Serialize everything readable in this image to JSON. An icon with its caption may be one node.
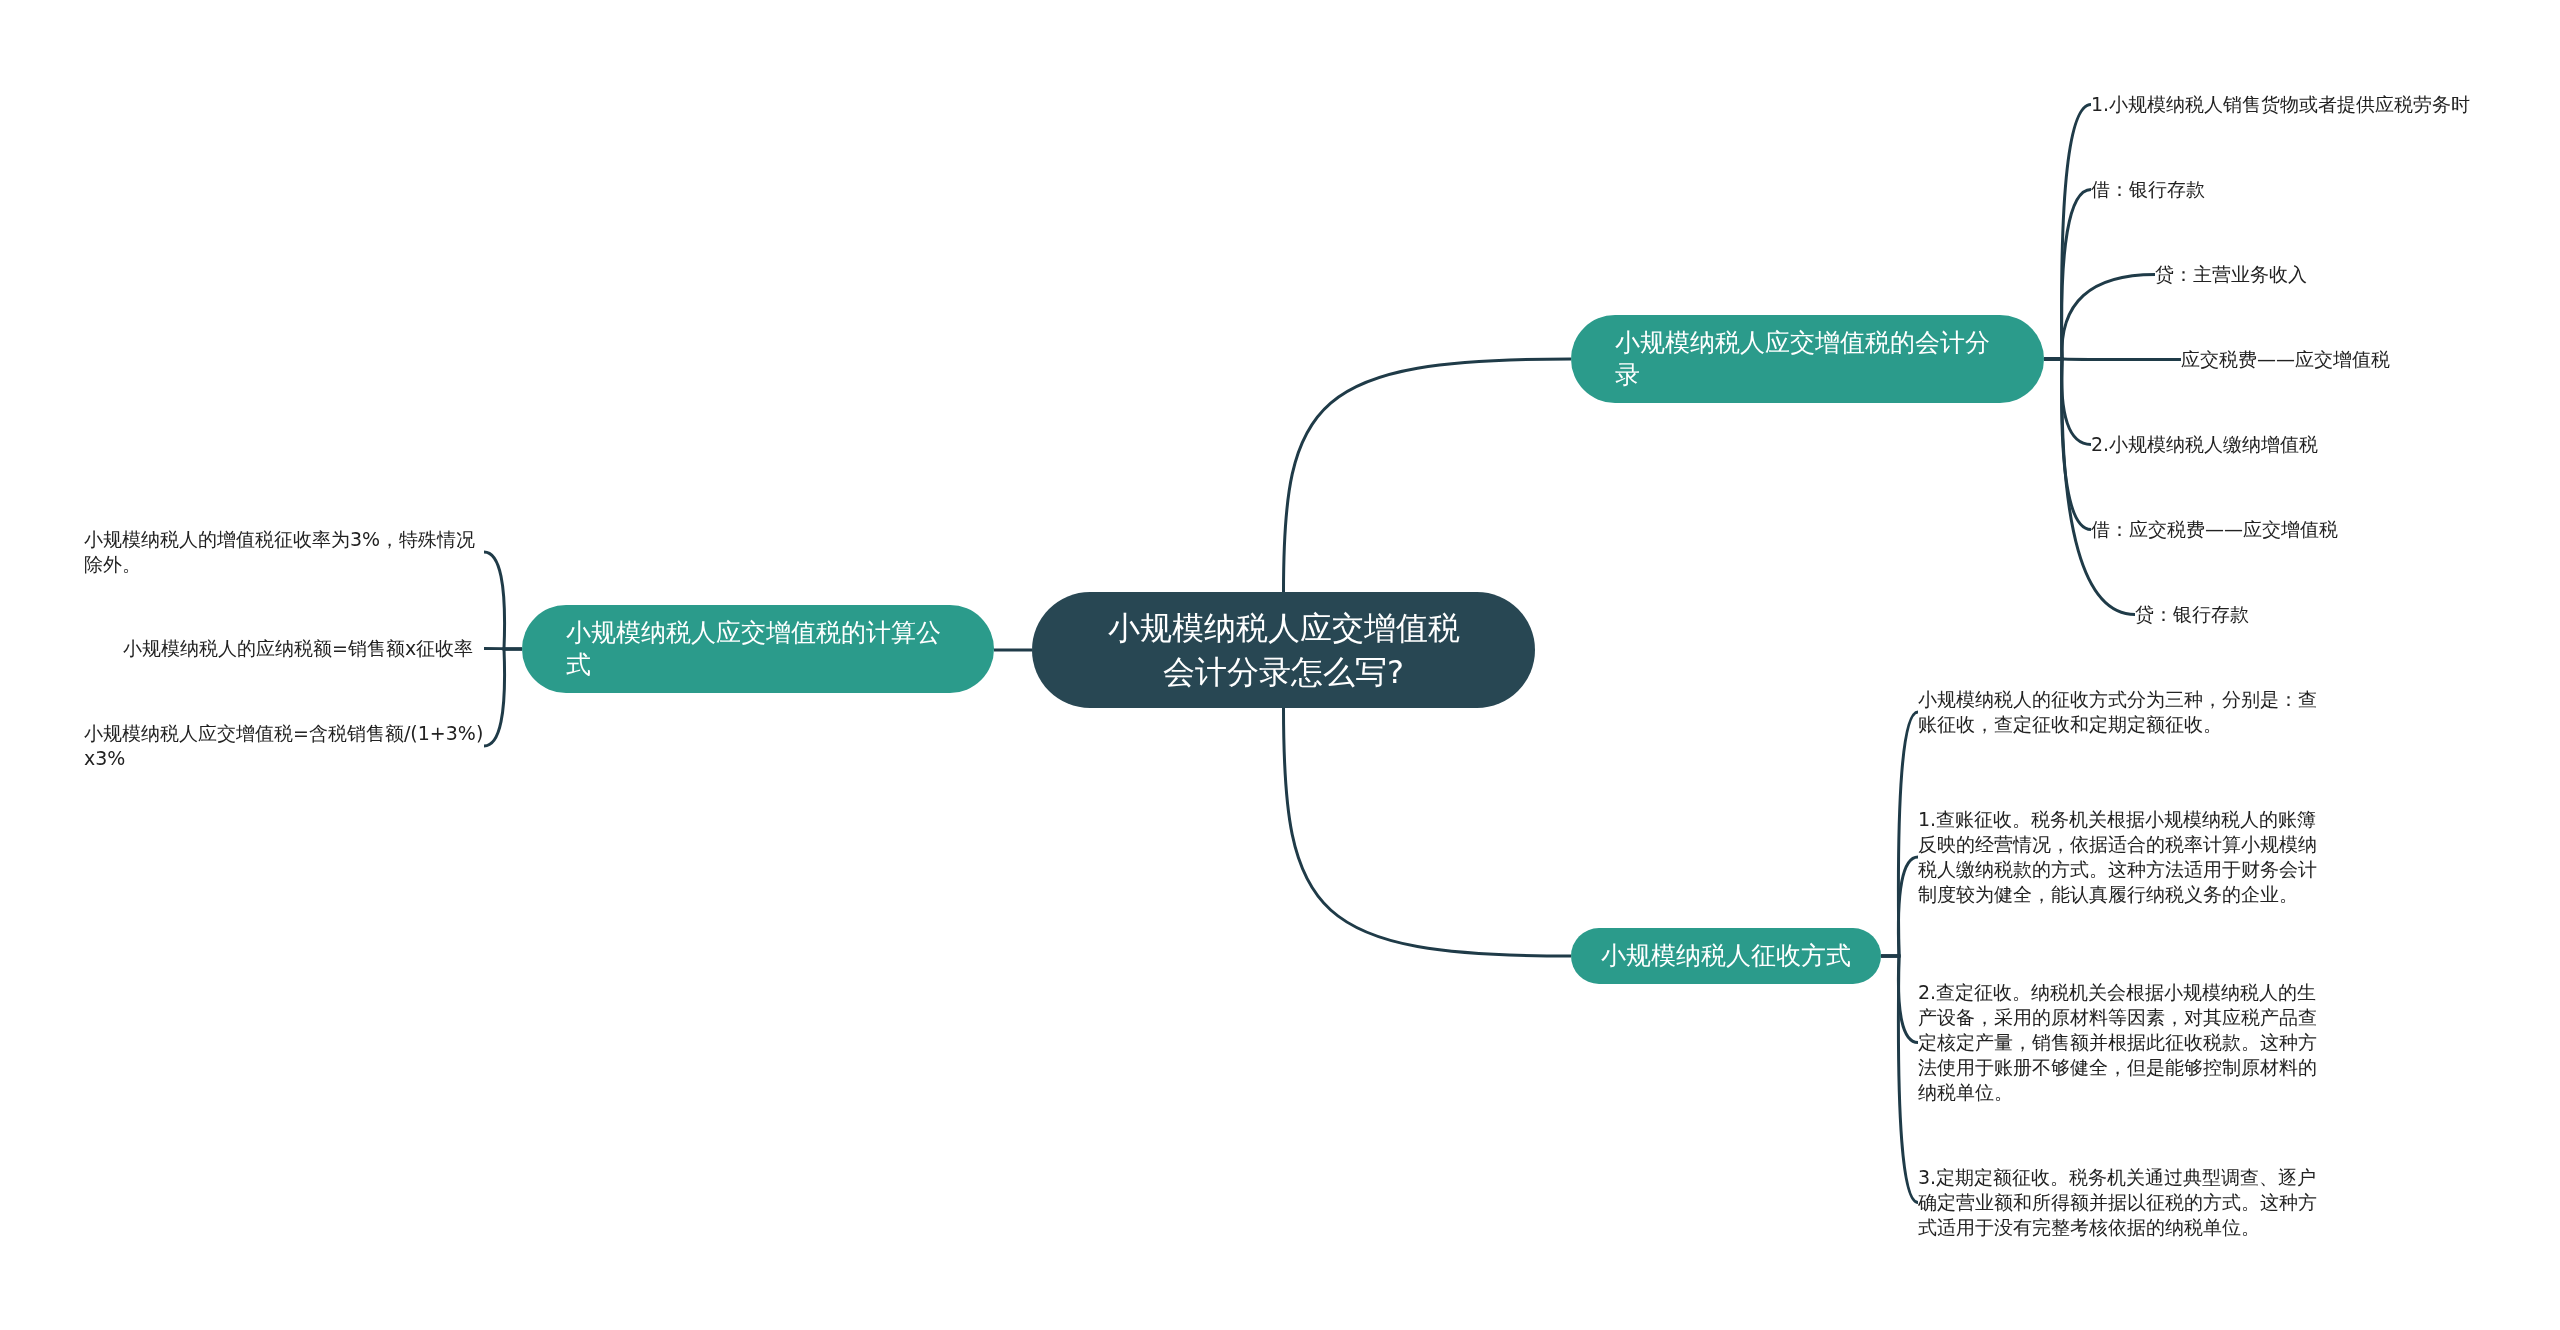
{
  "diagram": {
    "nodes": [
      {
        "text": [
          "小规模纳税人应交增值税会计分录怎么写?"
        ]
      },
      {
        "text": [
          "小规模纳税人应交增值税的会计分录"
        ]
      },
      {
        "text": [
          "1.小规模纳税人销售货物或者提供应税劳务时"
        ]
      },
      {
        "text": [
          "借：银行存款"
        ]
      },
      {
        "text": [
          "贷：主营业务收入"
        ]
      },
      {
        "text": [
          "应交税费——应交增值税"
        ]
      },
      {
        "text": [
          "2.小规模纳税人缴纳增值税"
        ]
      },
      {
        "text": [
          "借：应交税费——应交增值税"
        ]
      },
      {
        "text": [
          "贷：银行存款"
        ]
      },
      {
        "text": [
          "小规模纳税人征收方式"
        ]
      },
      {
        "text": [
          "小规模纳税人的征收方式分为三种，分别是：查账征收，查定征收和定期定额征收。"
        ]
      },
      {
        "text": [
          "1.查账征收。税务机关根据小规模纳税人的账簿反映的经营情况，依据适合的税率计算小规模纳税人缴纳税款的方式。这种方法适用于财务会计制度较为健全，能认真履行纳税义务的企业。"
        ]
      },
      {
        "text": [
          "2.查定征收。纳税机关会根据小规模纳税人的生产设备，采用的原材料等因素，对其应税产品查定核定产量，销售额并根据此征收税款。这种方法使用于账册不够健全，但是能够控制原材料的纳税单位。"
        ]
      },
      {
        "text": [
          "3.定期定额征收。税务机关通过典型调查、逐户确定营业额和所得额并据以征税的方式。这种方式适用于没有完整考核依据的纳税单位。"
        ]
      },
      {
        "text": [
          "小规模纳税人应交增值税的计算公式"
        ]
      },
      {
        "text": [
          "小规模纳税人的增值税征收率为3%，特殊情况除外。"
        ]
      },
      {
        "text": [
          "小规模纳税人的应纳税额=销售额x征收率"
        ]
      },
      {
        "text": [
          "小规模纳税人应交增值税=含税销售额/(1+3%)x3%"
        ]
      }
    ],
    "edges": [
      {
        "from": 0,
        "to": 1,
        "arrow": "none"
      },
      {
        "from": 0,
        "to": 9,
        "arrow": "none"
      },
      {
        "from": 0,
        "to": 14,
        "arrow": "none"
      },
      {
        "from": 1,
        "to": 2,
        "arrow": "none"
      },
      {
        "from": 1,
        "to": 3,
        "arrow": "none"
      },
      {
        "from": 1,
        "to": 4,
        "arrow": "none"
      },
      {
        "from": 1,
        "to": 5,
        "arrow": "none"
      },
      {
        "from": 1,
        "to": 6,
        "arrow": "none"
      },
      {
        "from": 1,
        "to": 7,
        "arrow": "none"
      },
      {
        "from": 1,
        "to": 8,
        "arrow": "none"
      },
      {
        "from": 9,
        "to": 10,
        "arrow": "none"
      },
      {
        "from": 9,
        "to": 11,
        "arrow": "none"
      },
      {
        "from": 9,
        "to": 12,
        "arrow": "none"
      },
      {
        "from": 9,
        "to": 13,
        "arrow": "none"
      },
      {
        "from": 14,
        "to": 15,
        "arrow": "none"
      },
      {
        "from": 14,
        "to": 16,
        "arrow": "none"
      },
      {
        "from": 14,
        "to": 17,
        "arrow": "none"
      }
    ]
  }
}
